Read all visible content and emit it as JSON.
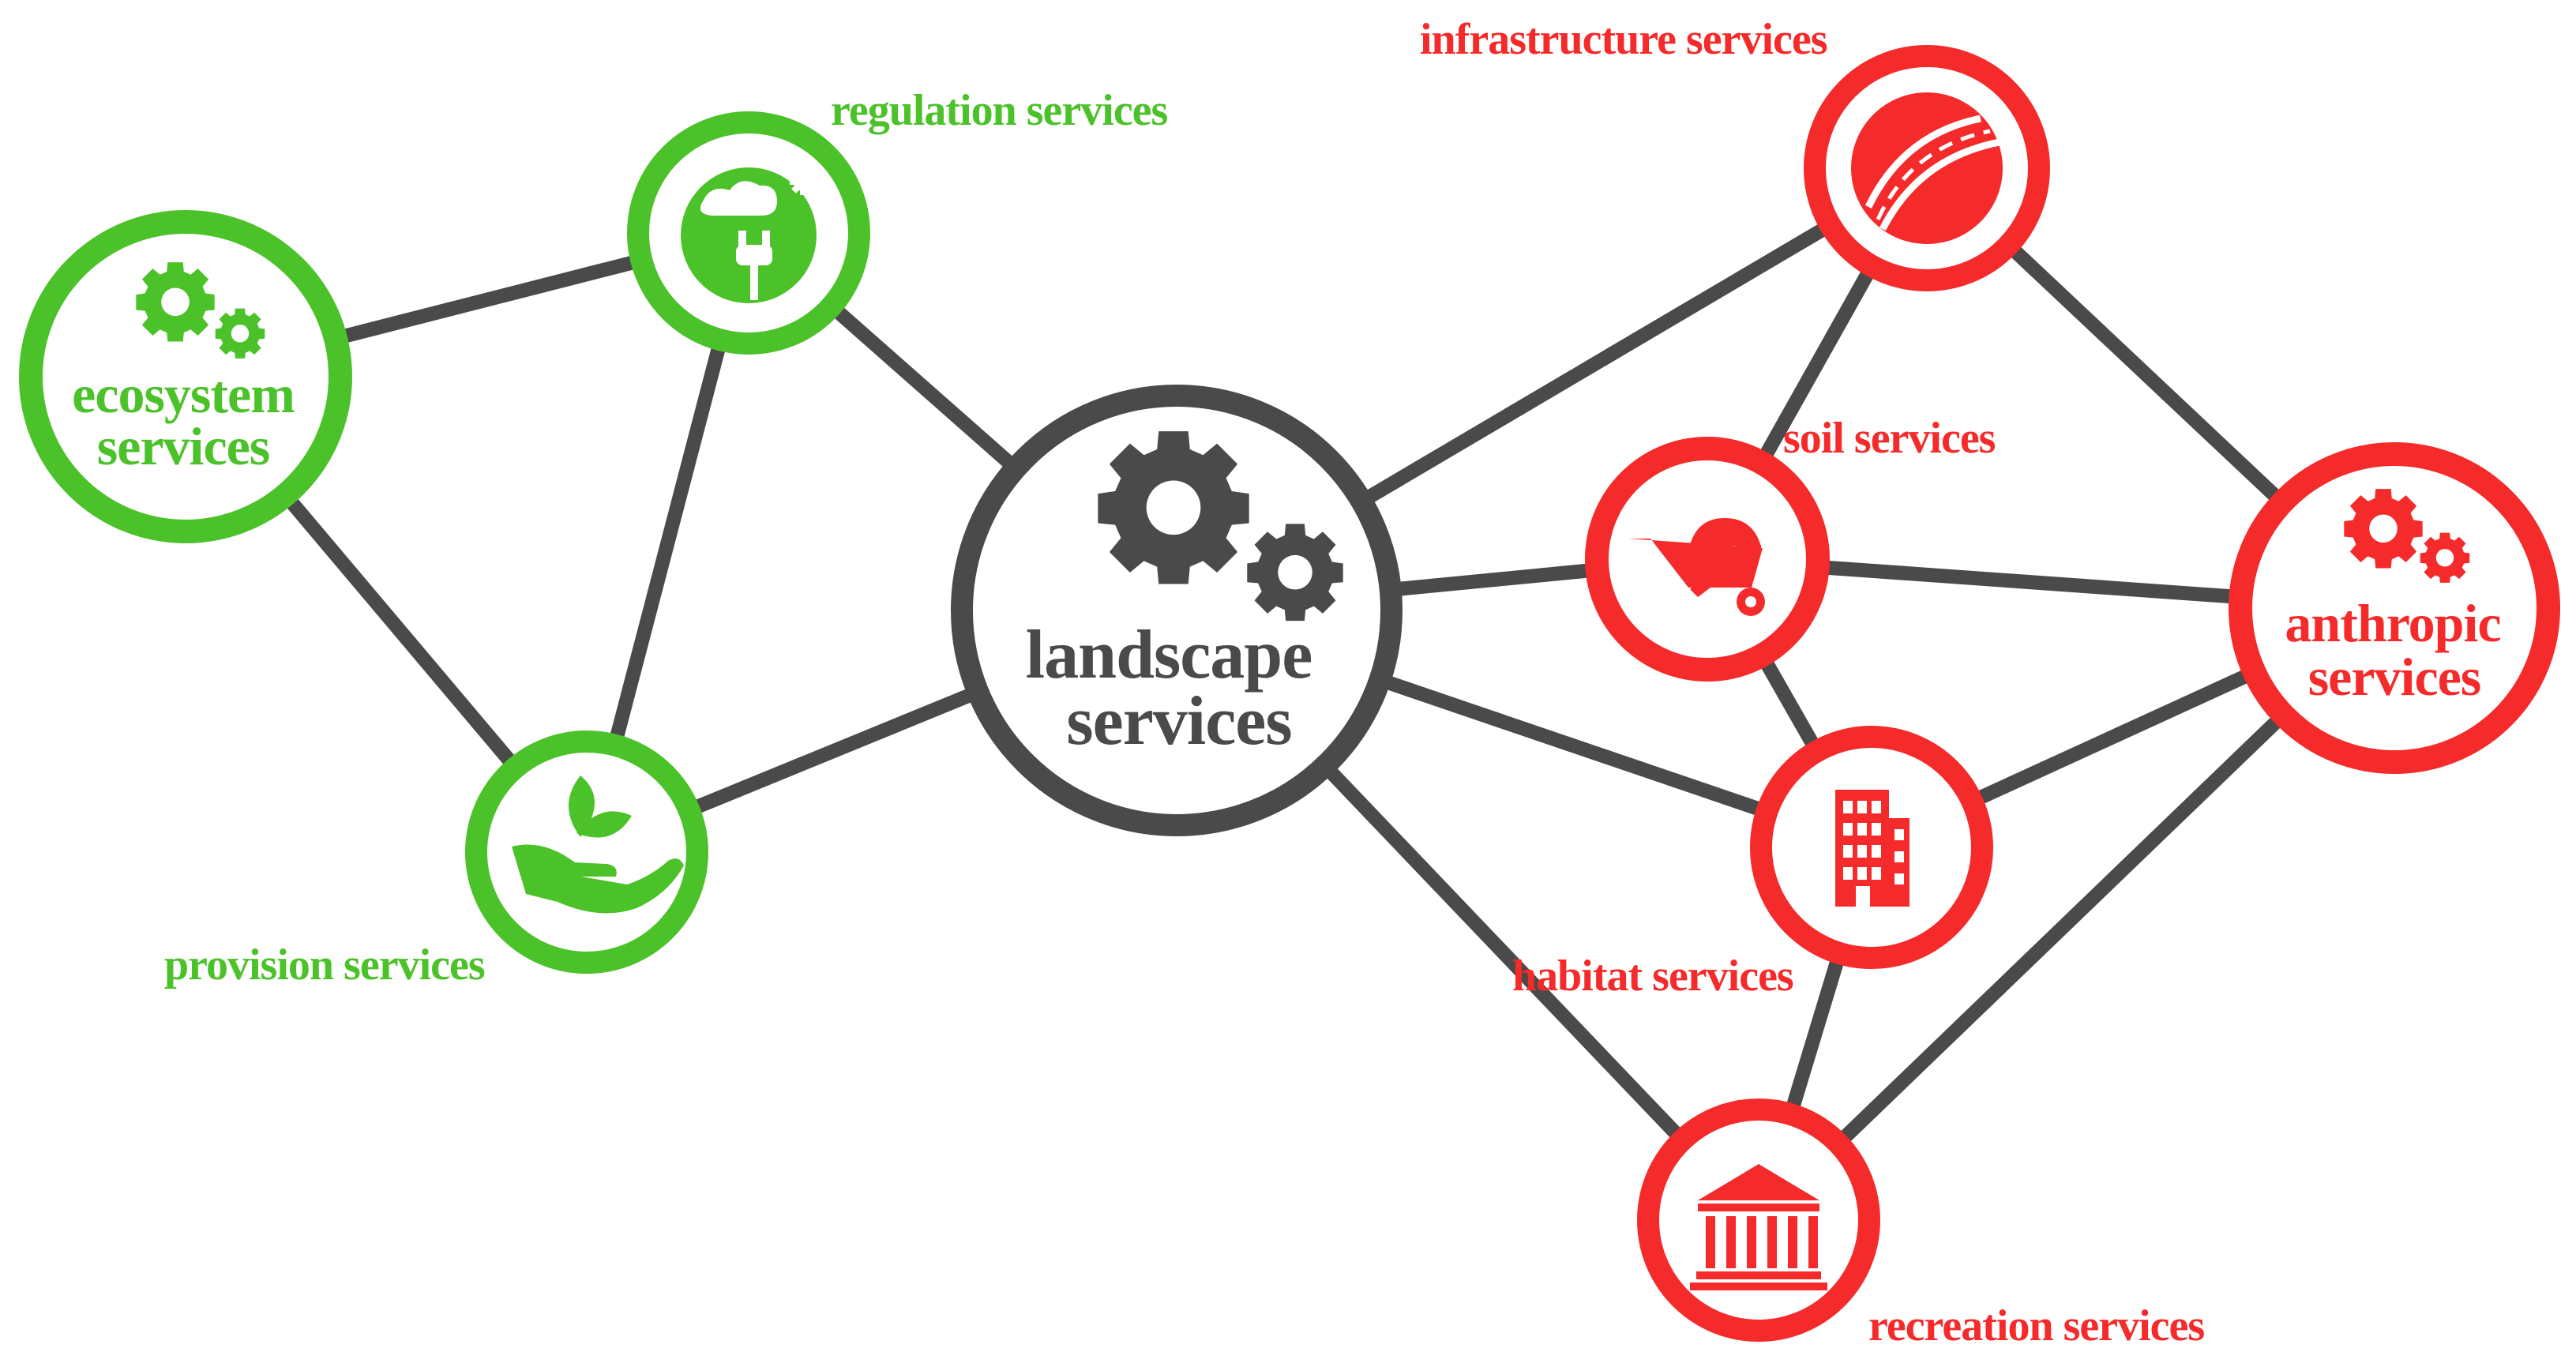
{
  "colors": {
    "green": "#4cc22a",
    "red": "#f52a2a",
    "gray": "#4a4a4a"
  },
  "nodes": {
    "landscape": {
      "line1": "landscape",
      "line2": "services",
      "icon": "gears-icon",
      "color": "#4a4a4a"
    },
    "ecosystem": {
      "line1": "ecosystem",
      "line2": "services",
      "icon": "gears-icon",
      "color": "#4cc22a"
    },
    "regulation": {
      "label": "regulation services",
      "icon": "climate-earth-icon",
      "color": "#4cc22a"
    },
    "provision": {
      "label": "provision services",
      "icon": "hand-leaf-icon",
      "color": "#4cc22a"
    },
    "infrastructure": {
      "label": "infrastructure services",
      "icon": "road-icon",
      "color": "#f52a2a"
    },
    "soil": {
      "label": "soil services",
      "icon": "wheelbarrow-icon",
      "color": "#f52a2a"
    },
    "habitat": {
      "label": "habitat services",
      "icon": "building-icon",
      "color": "#f52a2a"
    },
    "recreation": {
      "label": "recreation services",
      "icon": "museum-icon",
      "color": "#f52a2a"
    },
    "anthropic": {
      "line1": "anthropic",
      "line2": "services",
      "icon": "gears-icon",
      "color": "#f52a2a"
    }
  },
  "edges": [
    [
      "ecosystem",
      "regulation"
    ],
    [
      "ecosystem",
      "provision"
    ],
    [
      "regulation",
      "provision"
    ],
    [
      "regulation",
      "landscape"
    ],
    [
      "provision",
      "landscape"
    ],
    [
      "landscape",
      "infrastructure"
    ],
    [
      "landscape",
      "soil"
    ],
    [
      "landscape",
      "habitat"
    ],
    [
      "landscape",
      "recreation"
    ],
    [
      "infrastructure",
      "soil"
    ],
    [
      "infrastructure",
      "anthropic"
    ],
    [
      "soil",
      "anthropic"
    ],
    [
      "soil",
      "habitat"
    ],
    [
      "habitat",
      "anthropic"
    ],
    [
      "habitat",
      "recreation"
    ],
    [
      "recreation",
      "anthropic"
    ]
  ]
}
